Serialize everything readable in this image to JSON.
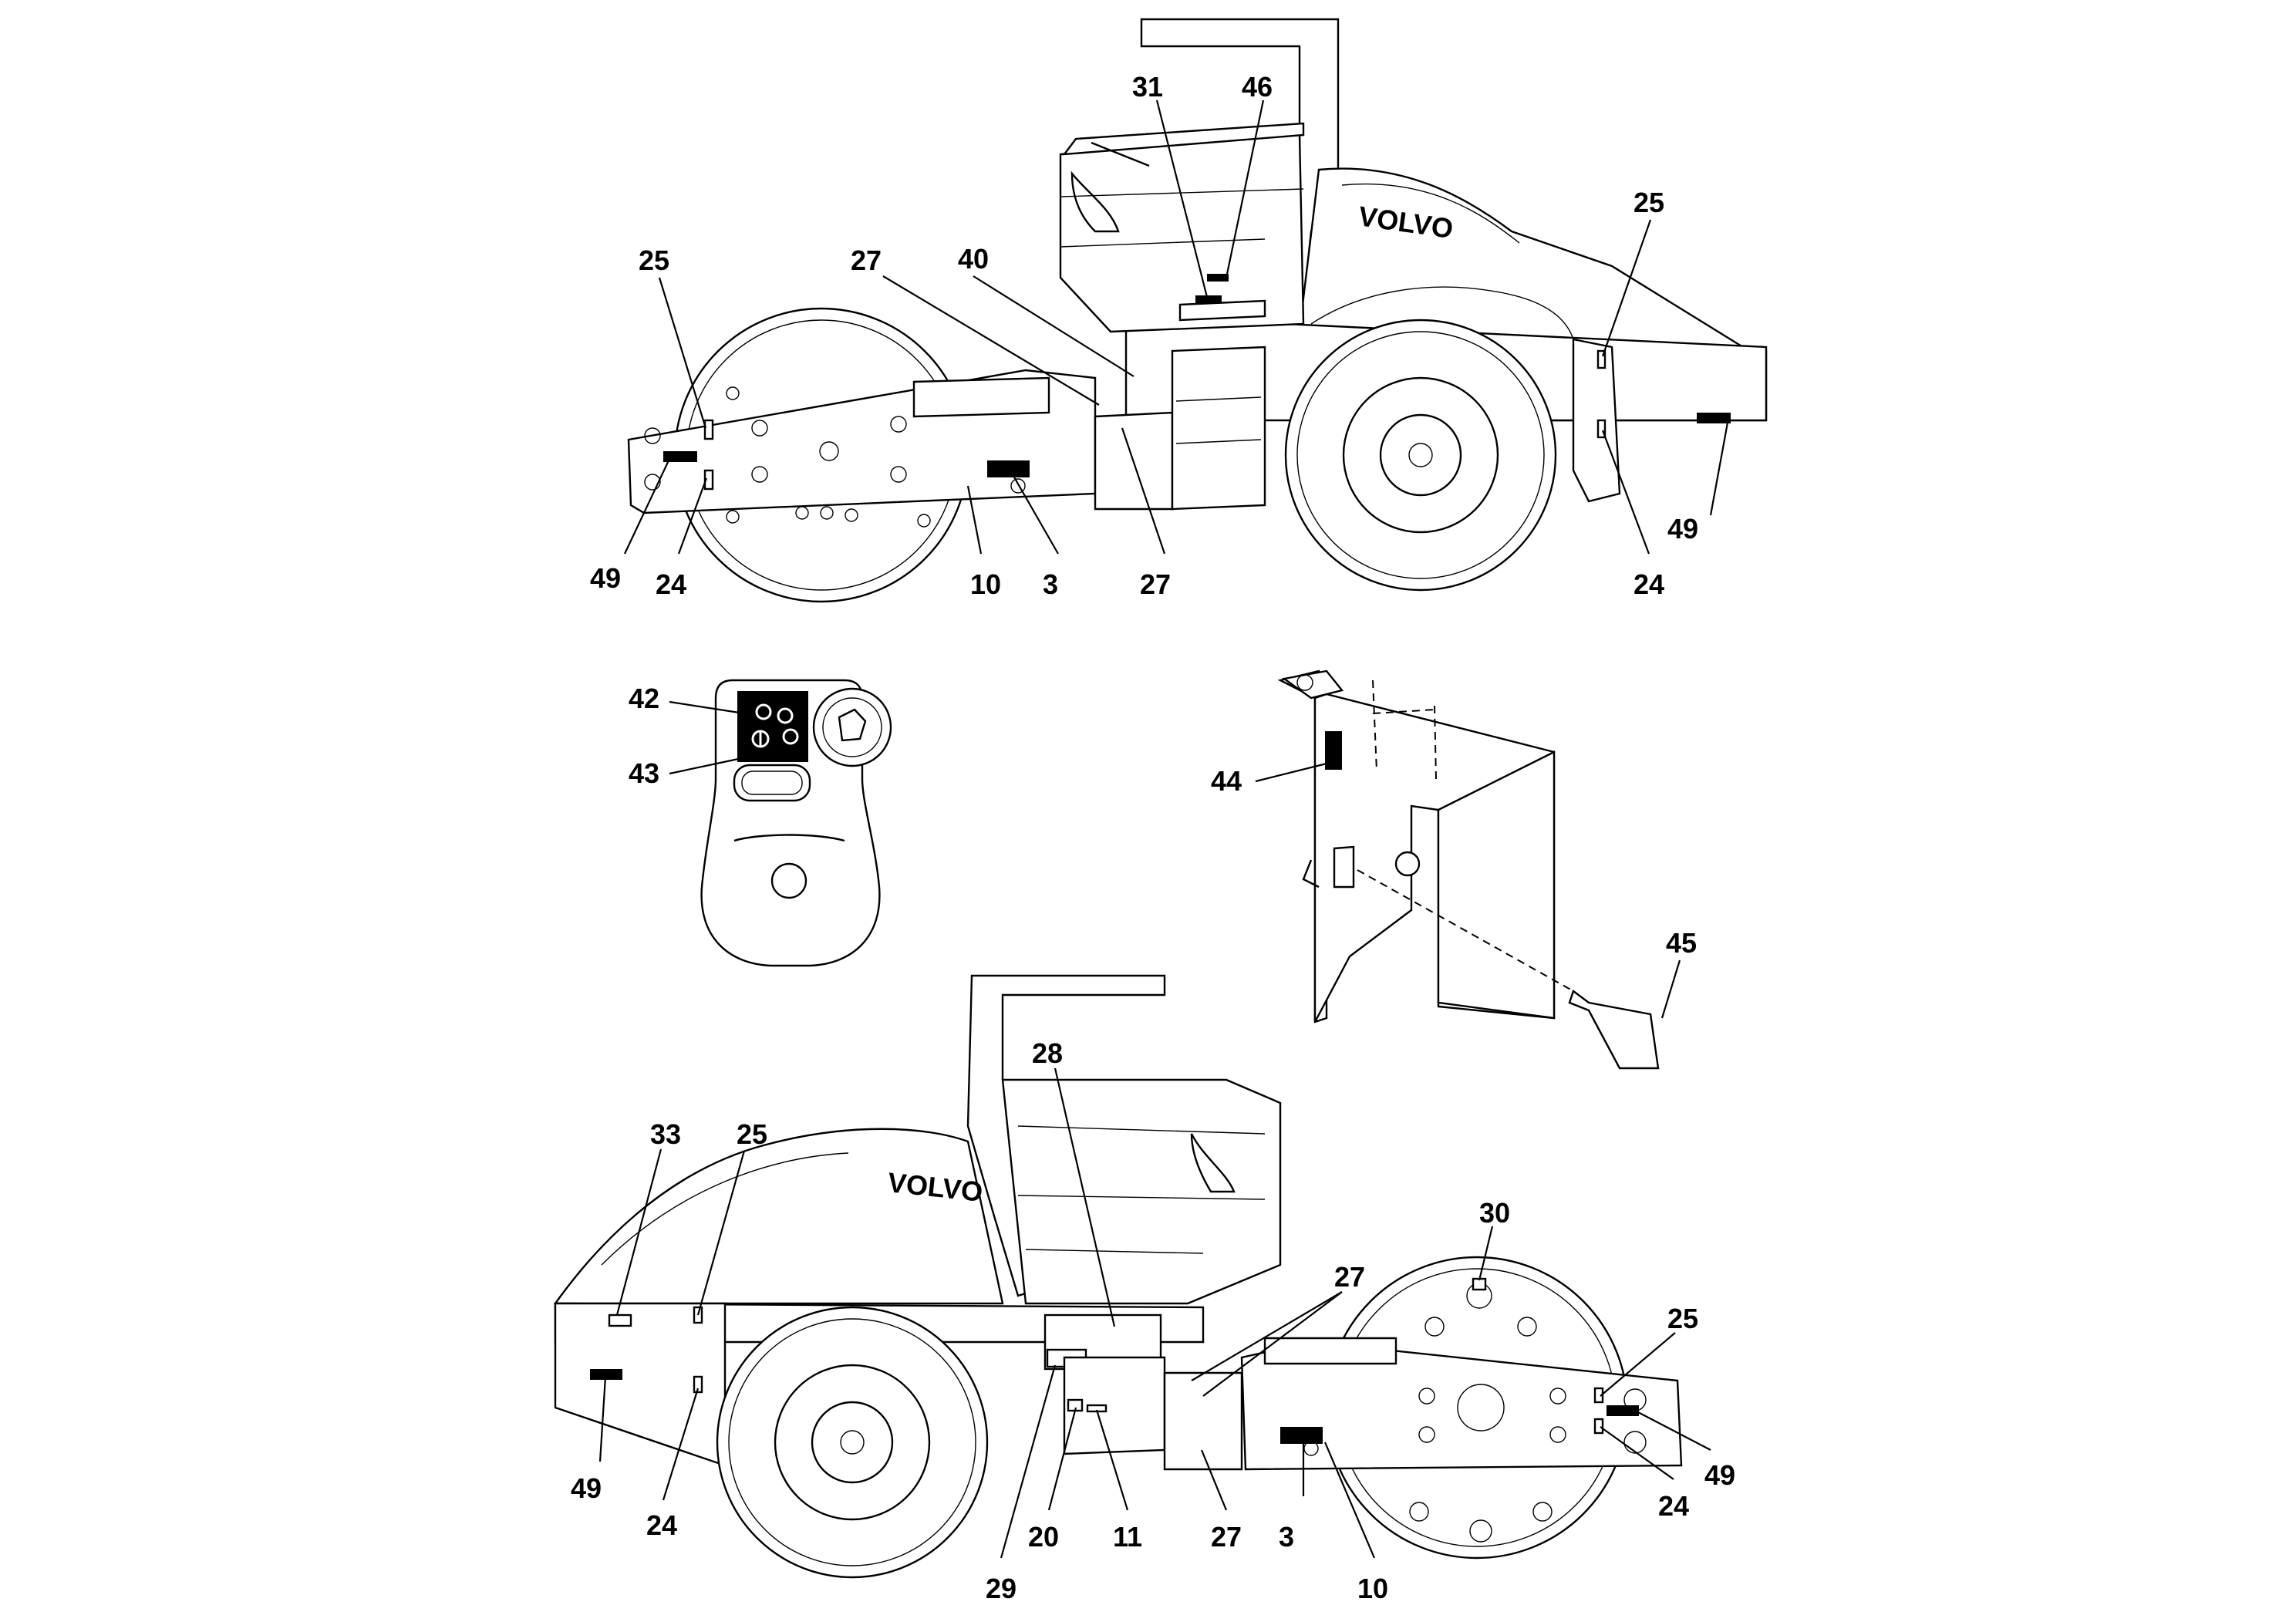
{
  "brand": "VOLVO",
  "callouts": {
    "top": {
      "c31": "31",
      "c46": "46",
      "c25_right": "25",
      "c25_left": "25",
      "c27_upper": "27",
      "c40": "40",
      "c49_left": "49",
      "c24_left": "24",
      "c10": "10",
      "c3": "3",
      "c27_lower": "27",
      "c49_right": "49",
      "c24_right": "24"
    },
    "hook": {
      "c42": "42",
      "c43": "43"
    },
    "panel": {
      "c44": "44",
      "c45": "45"
    },
    "bottom": {
      "c28": "28",
      "c33": "33",
      "c25_left": "25",
      "c30": "30",
      "c27_upper": "27",
      "c25_right": "25",
      "c49_left": "49",
      "c24_left": "24",
      "c29": "29",
      "c20": "20",
      "c11": "11",
      "c27_lower": "27",
      "c3": "3",
      "c10": "10",
      "c49_right": "49",
      "c24_right": "24"
    }
  }
}
